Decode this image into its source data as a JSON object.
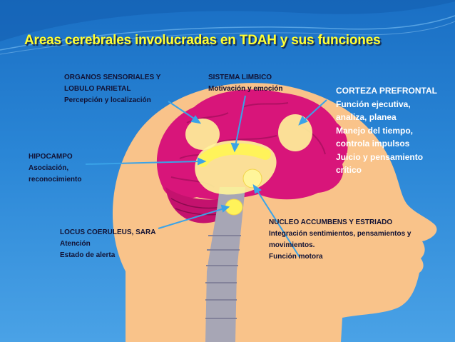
{
  "title": "Areas cerebrales involucradas en TDAH y sus funciones",
  "colors": {
    "background": "#2a86d6",
    "title": "#ffff33",
    "head_skin": "#f9c38a",
    "brain": "#d8157a",
    "highlight": "#fff59a",
    "arrow": "#3aa3e8"
  },
  "labels": {
    "organos": {
      "lines": [
        "ORGANOS SENSORIALES Y",
        "LOBULO PARIETAL",
        "Percepción y localización"
      ]
    },
    "limbico": {
      "lines": [
        "SISTEMA LIMBICO",
        "Motivación y emoción"
      ]
    },
    "corteza": {
      "lines": [
        "CORTEZA PREFRONTAL",
        "Función ejecutiva,",
        "analiza, planea",
        "Manejo del tiempo,",
        "controla impulsos",
        "Juicio y pensamiento",
        "crítico"
      ]
    },
    "hipocampo": {
      "lines": [
        "HIPOCAMPO",
        "Asociación,",
        "reconocimiento"
      ]
    },
    "locus": {
      "lines": [
        "LOCUS COERULEUS, SARA",
        "Atención",
        "Estado de alerta"
      ]
    },
    "nucleo": {
      "lines": [
        "NUCLEO ACCUMBENS Y ESTRIADO",
        "Integración sentimientos, pensamientos y",
        "movimientos.",
        "Función motora"
      ]
    }
  }
}
